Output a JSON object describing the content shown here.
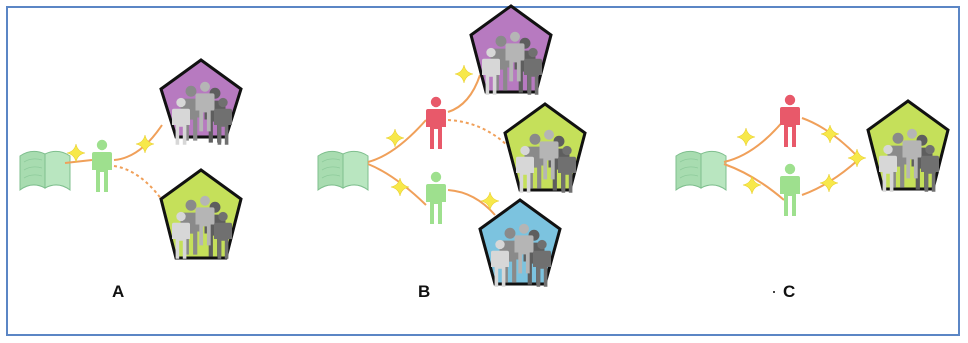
{
  "panels": [
    {
      "id": "A",
      "label": "A"
    },
    {
      "id": "B",
      "label": "B"
    },
    {
      "id": "C",
      "label": "C"
    }
  ],
  "colors": {
    "frame": "#5b86c5",
    "book": "#a8dcb0",
    "person_green": "#9ee08e",
    "person_red": "#e8596a",
    "line_orange": "#f0a05a",
    "star_yellow": "#f7e84a",
    "group_purple": "#b77ac0",
    "group_lime": "#c5e05a",
    "group_blue": "#7cc3df"
  },
  "icons": [
    "book-icon",
    "person-icon",
    "group-pentagon-icon",
    "sparkle-icon"
  ]
}
